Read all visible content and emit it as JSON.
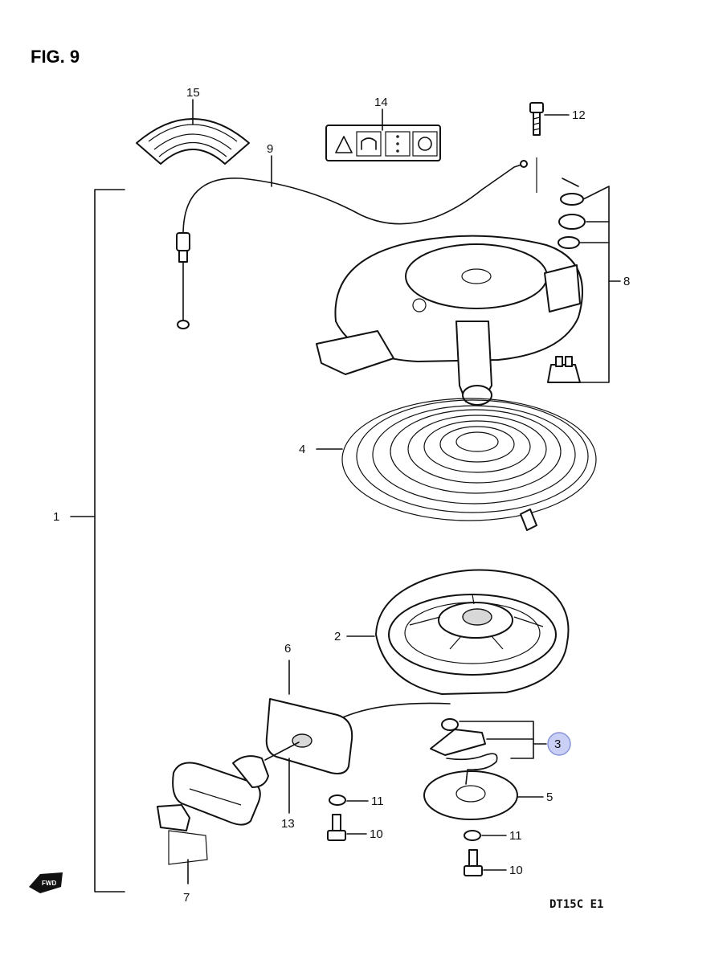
{
  "figure": {
    "title": "FIG. 9",
    "model_code": "DT15C E1"
  },
  "labels": {
    "p1": "1",
    "p2": "2",
    "p3": "3",
    "p4": "4",
    "p5": "5",
    "p6": "6",
    "p7": "7",
    "p8": "8",
    "p9": "9",
    "p10a": "10",
    "p10b": "10",
    "p11a": "11",
    "p11b": "11",
    "p12": "12",
    "p13": "13",
    "p14": "14",
    "p15": "15"
  },
  "highlight": {
    "label": "3",
    "color": "#c9cff5",
    "stroke": "#8a94d8"
  },
  "fwd_marker": "FWD"
}
